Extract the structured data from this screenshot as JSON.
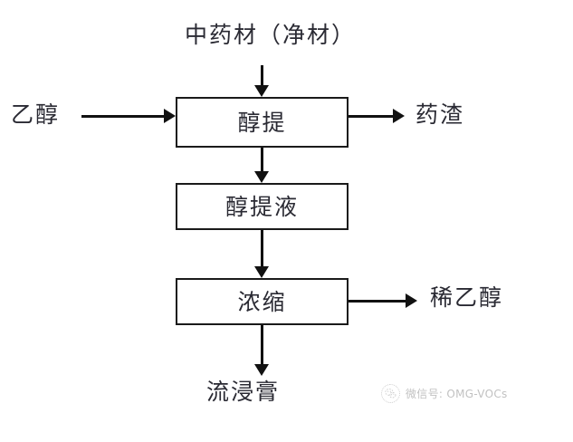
{
  "diagram": {
    "type": "process-flow",
    "title": "",
    "background_color": "#ffffff",
    "line_color": "#111111",
    "text_color": "#2a2a33",
    "boxes": [
      {
        "id": "alcohol-extraction",
        "label": "醇提"
      },
      {
        "id": "alcohol-extract",
        "label": "醇提液"
      },
      {
        "id": "concentration",
        "label": "浓缩"
      }
    ],
    "labels": {
      "raw_material": "中药材（净材）",
      "ethanol": "乙醇",
      "residue": "药渣",
      "dilute_ethanol": "稀乙醇",
      "fluid_extract": "流浸膏"
    },
    "edges": [
      {
        "from": "中药材（净材）",
        "to": "醇提",
        "direction": "down"
      },
      {
        "from": "乙醇",
        "to": "醇提",
        "direction": "right"
      },
      {
        "from": "醇提",
        "to": "药渣",
        "direction": "right"
      },
      {
        "from": "醇提",
        "to": "醇提液",
        "direction": "down"
      },
      {
        "from": "醇提液",
        "to": "浓缩",
        "direction": "down"
      },
      {
        "from": "浓缩",
        "to": "稀乙醇",
        "direction": "right"
      },
      {
        "from": "浓缩",
        "to": "流浸膏",
        "direction": "down"
      }
    ]
  },
  "watermark": {
    "icon": "wechat-logo-icon",
    "text": "微信号: OMG-VOCs"
  }
}
